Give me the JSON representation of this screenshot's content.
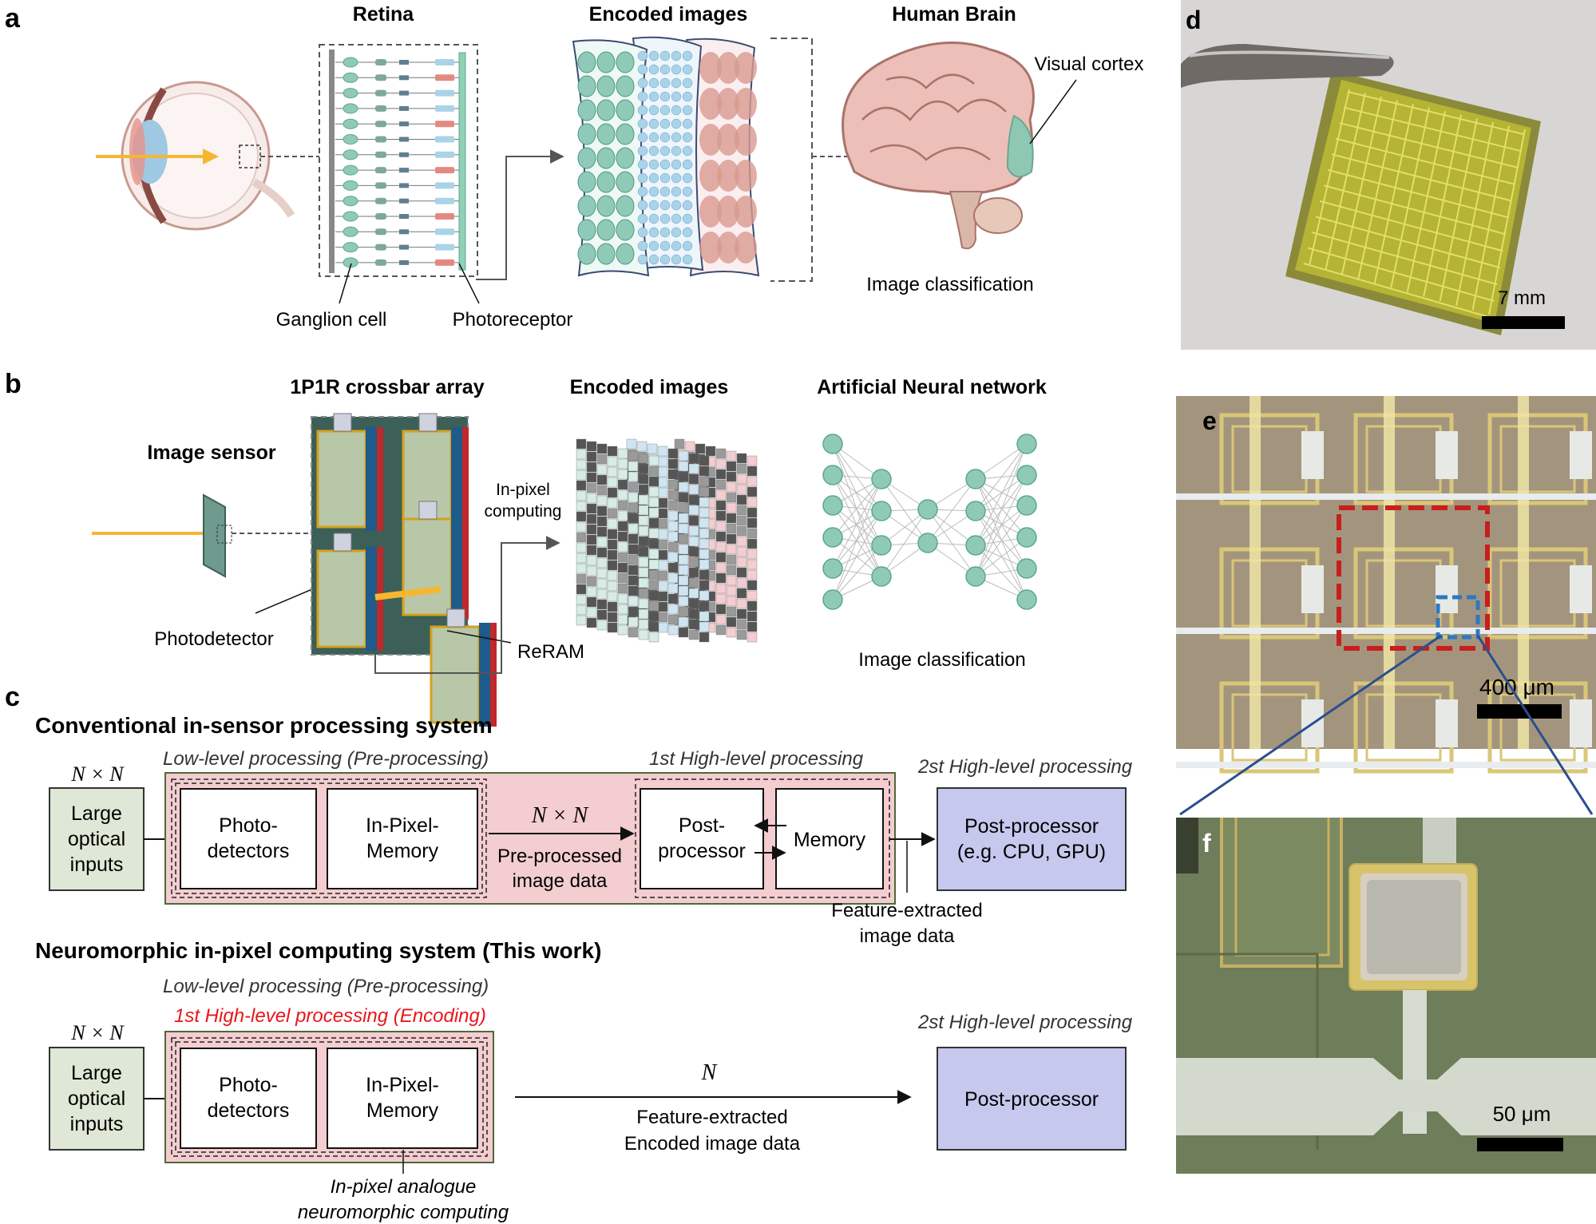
{
  "panels": {
    "a": {
      "letter": "a",
      "retina_title": "Retina",
      "encoded_title": "Encoded images",
      "brain_title": "Human Brain",
      "visual_cortex": "Visual cortex",
      "image_classification": "Image classification",
      "ganglion_cell": "Ganglion cell",
      "photoreceptor": "Photoreceptor"
    },
    "b": {
      "letter": "b",
      "crossbar_title": "1P1R crossbar array",
      "encoded_title": "Encoded images",
      "ann_title": "Artificial Neural network",
      "image_sensor": "Image sensor",
      "in_pixel_line1": "In-pixel",
      "in_pixel_line2": "computing",
      "photodetector": "Photodetector",
      "reram": "ReRAM",
      "image_classification": "Image classification"
    },
    "c": {
      "letter": "c",
      "conventional": {
        "title": "Conventional in-sensor processing system",
        "nxn": "N × N",
        "low_level": "Low-level processing (Pre-processing)",
        "first_high": "1st High-level processing",
        "second_high": "2st High-level processing",
        "input_lines": [
          "Large",
          "optical",
          "inputs"
        ],
        "photo_lines": [
          "Photo-",
          "detectors"
        ],
        "mem_lines": [
          "In-Pixel-",
          "Memory"
        ],
        "mid_nxn": "N × N",
        "preproc_lines": [
          "Pre-processed",
          "image data"
        ],
        "postproc_lines": [
          "Post-",
          "processor"
        ],
        "memory": "Memory",
        "pp_lines": [
          "Post-processor",
          "(e.g. CPU, GPU)"
        ],
        "feat_lines": [
          "Feature-extracted",
          "image data"
        ]
      },
      "neuromorphic": {
        "title": "Neuromorphic in-pixel computing system (This work)",
        "nxn": "N × N",
        "low_level": "Low-level processing (Pre-processing)",
        "first_high_red": "1st High-level processing (Encoding)",
        "second_high": "2st High-level processing",
        "input_lines": [
          "Large",
          "optical",
          "inputs"
        ],
        "photo_lines": [
          "Photo-",
          "detectors"
        ],
        "mem_lines": [
          "In-Pixel-",
          "Memory"
        ],
        "n": "N",
        "feat_lines": [
          "Feature-extracted",
          "Encoded image data"
        ],
        "pp": "Post-processor",
        "analog_lines": [
          "In-pixel analogue",
          "neuromorphic computing"
        ]
      }
    },
    "d": {
      "letter": "d",
      "scale": "7 mm"
    },
    "e": {
      "letter": "e",
      "scale": "400 μm"
    },
    "f": {
      "letter": "f",
      "scale": "50 μm"
    }
  },
  "colors": {
    "green_box": "#dfe8d6",
    "pink_box": "#f3cdd0",
    "purple_box": "#c6c8ee",
    "teal": "#8fcab8",
    "blue_cell": "#a9d3e8",
    "pink_cell": "#d89a90",
    "arrow_orange": "#f5b731",
    "red_text": "#e8161b",
    "chip_bg_e": "#a3957d",
    "chip_bg_f": "#6e7d5a"
  }
}
